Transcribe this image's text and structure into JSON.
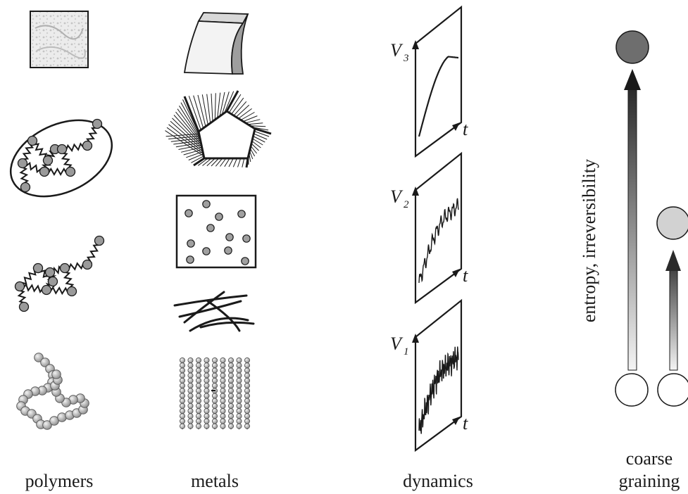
{
  "columns": {
    "polymers": "polymers",
    "metals": "metals",
    "dynamics": "dynamics",
    "coarse": "coarse",
    "graining": "graining"
  },
  "vertical_label": "entropy, irreversibility",
  "dynamics_panels": [
    {
      "var": "V",
      "sub": "3",
      "time": "t"
    },
    {
      "var": "V",
      "sub": "2",
      "time": "t"
    },
    {
      "var": "V",
      "sub": "1",
      "time": "t"
    }
  ],
  "colors": {
    "ink": "#1a1a1a",
    "bead": "#9a9a9a",
    "top_circle": "#6e6e6e",
    "mid_circle": "#d2d2d2"
  }
}
